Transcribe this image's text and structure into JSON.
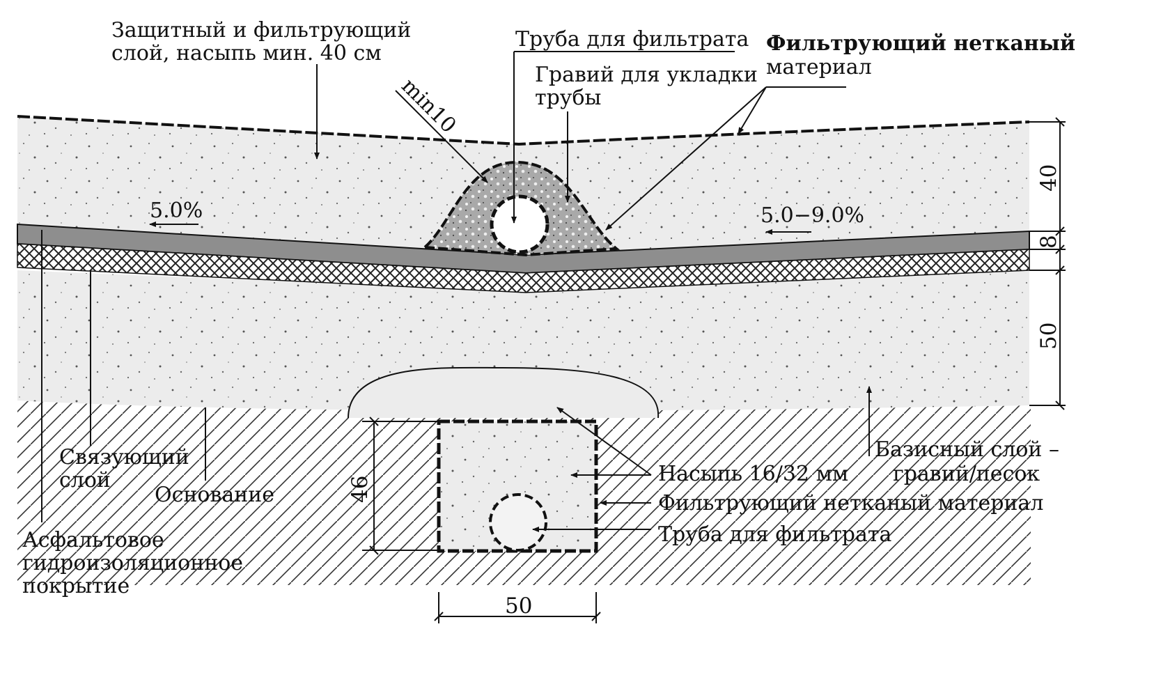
{
  "labels": {
    "protective_layer": [
      "Защитный и фильтрующий",
      "слой, насыпь мин. 40 см"
    ],
    "filtrate_pipe_top": "Труба для фильтрата",
    "gravel_bedding": [
      "Гравий для укладки",
      "трубы"
    ],
    "geotextile_top": [
      "Фильтрующий нетканый",
      "материал"
    ],
    "min10": "min10",
    "slope_left": "5.0%",
    "slope_right": "5.0−9.0%",
    "binder_layer": [
      "Связующий",
      "слой"
    ],
    "base": "Основание",
    "asphalt_waterproofing": [
      "Асфальтовое",
      "гидроизоляционное",
      "покрытие"
    ],
    "fill_16_32": "Насыпь 16/32 мм",
    "geotextile_trench": "Фильтрующий нетканый материал",
    "filtrate_pipe_trench": "Труба для фильтрата",
    "base_layer": [
      "Базисный слой –",
      "гравий/песок"
    ]
  },
  "dimensions": {
    "protective_thickness": "40",
    "asphalt_thickness": "8",
    "base_layer_thickness": "50",
    "trench_depth": "46",
    "trench_width": "50"
  },
  "colors": {
    "line": "#111111",
    "asphalt": "#8e8e8e",
    "gravel_mound": "#a9a9a9",
    "fill": "#ececec"
  }
}
